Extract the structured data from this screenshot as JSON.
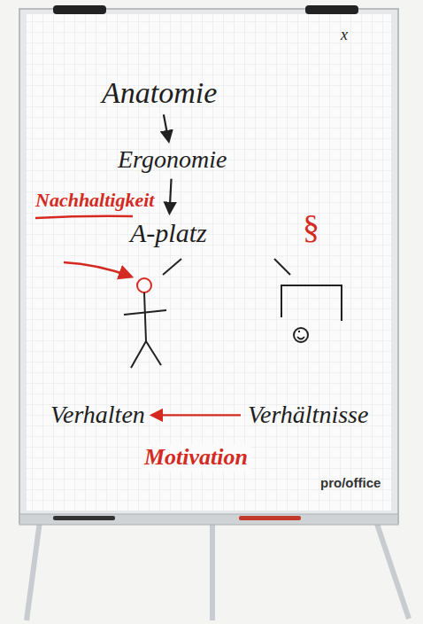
{
  "diagram": {
    "nodes": [
      {
        "text": [
          "Anatomie"
        ]
      },
      {
        "text": [
          "Ergonomie"
        ]
      },
      {
        "text": [
          "A-platz"
        ]
      },
      {
        "text": [
          "Verhalten"
        ]
      },
      {
        "text": [
          "Verhältnisse"
        ]
      }
    ],
    "edges": [
      {
        "from": 0,
        "to": 1,
        "arrow": "to"
      },
      {
        "from": 1,
        "to": 2,
        "arrow": "to"
      },
      {
        "from": 4,
        "to": 3,
        "label": "Motivation",
        "arrow": "to"
      }
    ],
    "labels": [
      "Nachhaltigkeit",
      "§",
      "x",
      "pro/office"
    ]
  }
}
